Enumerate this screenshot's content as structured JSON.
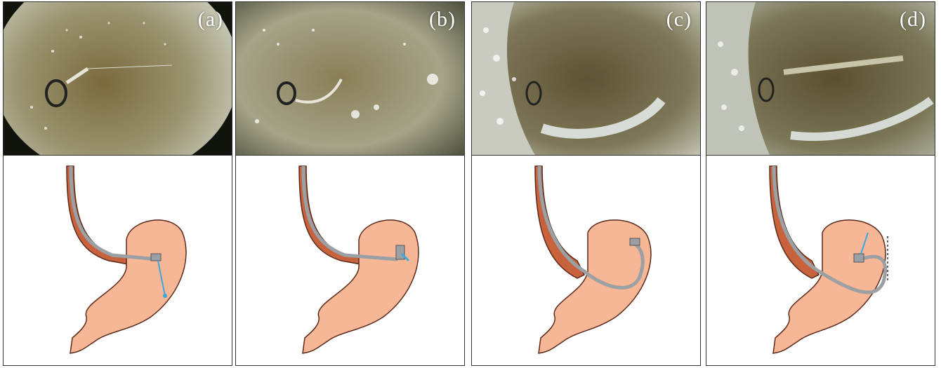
{
  "figure": {
    "panels": [
      {
        "label": "(a)",
        "photo_view": "scope-wire-far"
      },
      {
        "label": "(b)",
        "photo_view": "scope-wire-tip"
      },
      {
        "label": "(c)",
        "photo_view": "scope-retroflex"
      },
      {
        "label": "(d)",
        "photo_view": "scope-retroflex-deep"
      }
    ],
    "colors": {
      "stomach_fill": "#f7b696",
      "stomach_stroke": "#5a2a1a",
      "esophagus": "#c8623c",
      "scope": "#9aa0a3",
      "wire": "#3aa9e0"
    }
  }
}
